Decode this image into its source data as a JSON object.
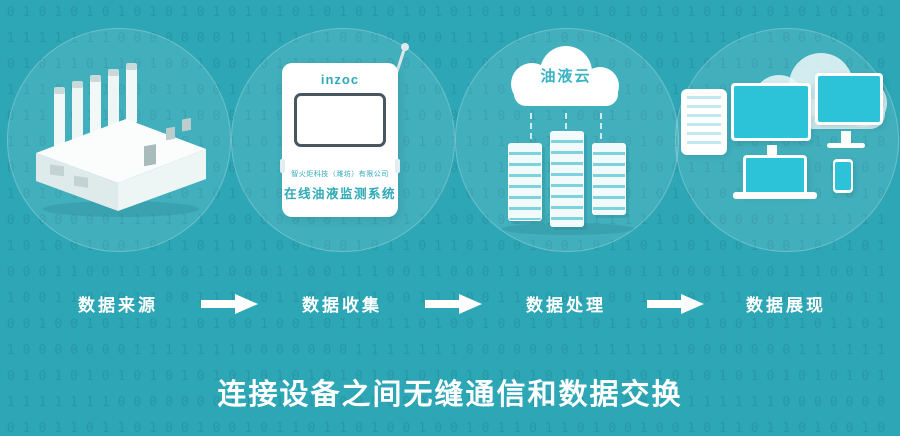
{
  "background": {
    "chars": "01"
  },
  "steps": [
    {
      "label": "数据来源"
    },
    {
      "label": "数据收集"
    },
    {
      "label": "数据处理"
    },
    {
      "label": "数据展现"
    }
  ],
  "device": {
    "brand": "inzoc",
    "company": "智火炬科技（潍坊）有限公司",
    "product": "在线油液监测系统"
  },
  "cloud_label": "油液云",
  "footer_title": "连接设备之间无缝通信和数据交换",
  "colors": {
    "background": "#2da6b5",
    "accent_teal": "#2cc2d8",
    "device_text": "#2fa9b8",
    "white": "#ffffff"
  }
}
